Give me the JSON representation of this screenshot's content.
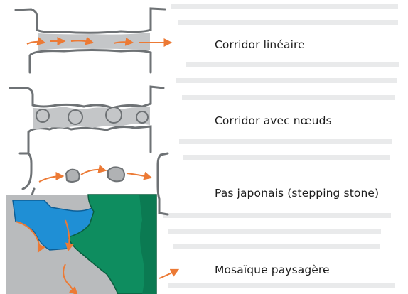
{
  "labels": {
    "linear": "Corridor linéaire",
    "nodes": "Corridor avec nœuds",
    "stepping": "Pas japonais (stepping stone)",
    "mosaic": "Mosaïque paysagère"
  },
  "colors": {
    "arrow": "#ec7a35",
    "patch_gray": "#b9bbbd",
    "water_blue": "#1f8fd5",
    "forest_green": "#0e8d5f",
    "outline": "#6e7275"
  }
}
